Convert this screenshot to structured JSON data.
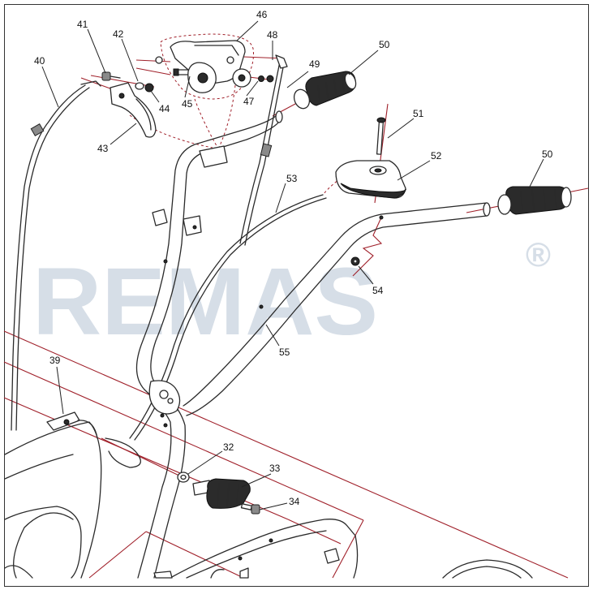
{
  "watermark": {
    "text": "REMAS",
    "registered_symbol": "®"
  },
  "callouts": [
    {
      "id": "c32",
      "label": "32"
    },
    {
      "id": "c33",
      "label": "33"
    },
    {
      "id": "c34",
      "label": "34"
    },
    {
      "id": "c39",
      "label": "39"
    },
    {
      "id": "c40",
      "label": "40"
    },
    {
      "id": "c41",
      "label": "41"
    },
    {
      "id": "c42",
      "label": "42"
    },
    {
      "id": "c43",
      "label": "43"
    },
    {
      "id": "c44",
      "label": "44"
    },
    {
      "id": "c45",
      "label": "45"
    },
    {
      "id": "c46",
      "label": "46"
    },
    {
      "id": "c47",
      "label": "47"
    },
    {
      "id": "c48",
      "label": "48"
    },
    {
      "id": "c49",
      "label": "49"
    },
    {
      "id": "c50a",
      "label": "50"
    },
    {
      "id": "c50b",
      "label": "50"
    },
    {
      "id": "c51",
      "label": "51"
    },
    {
      "id": "c52",
      "label": "52"
    },
    {
      "id": "c53",
      "label": "53"
    },
    {
      "id": "c54",
      "label": "54"
    },
    {
      "id": "c55",
      "label": "55"
    }
  ],
  "colors": {
    "reference_line": "#a0202a",
    "watermark": "#c9d3df",
    "outline": "#2a2a2a"
  }
}
